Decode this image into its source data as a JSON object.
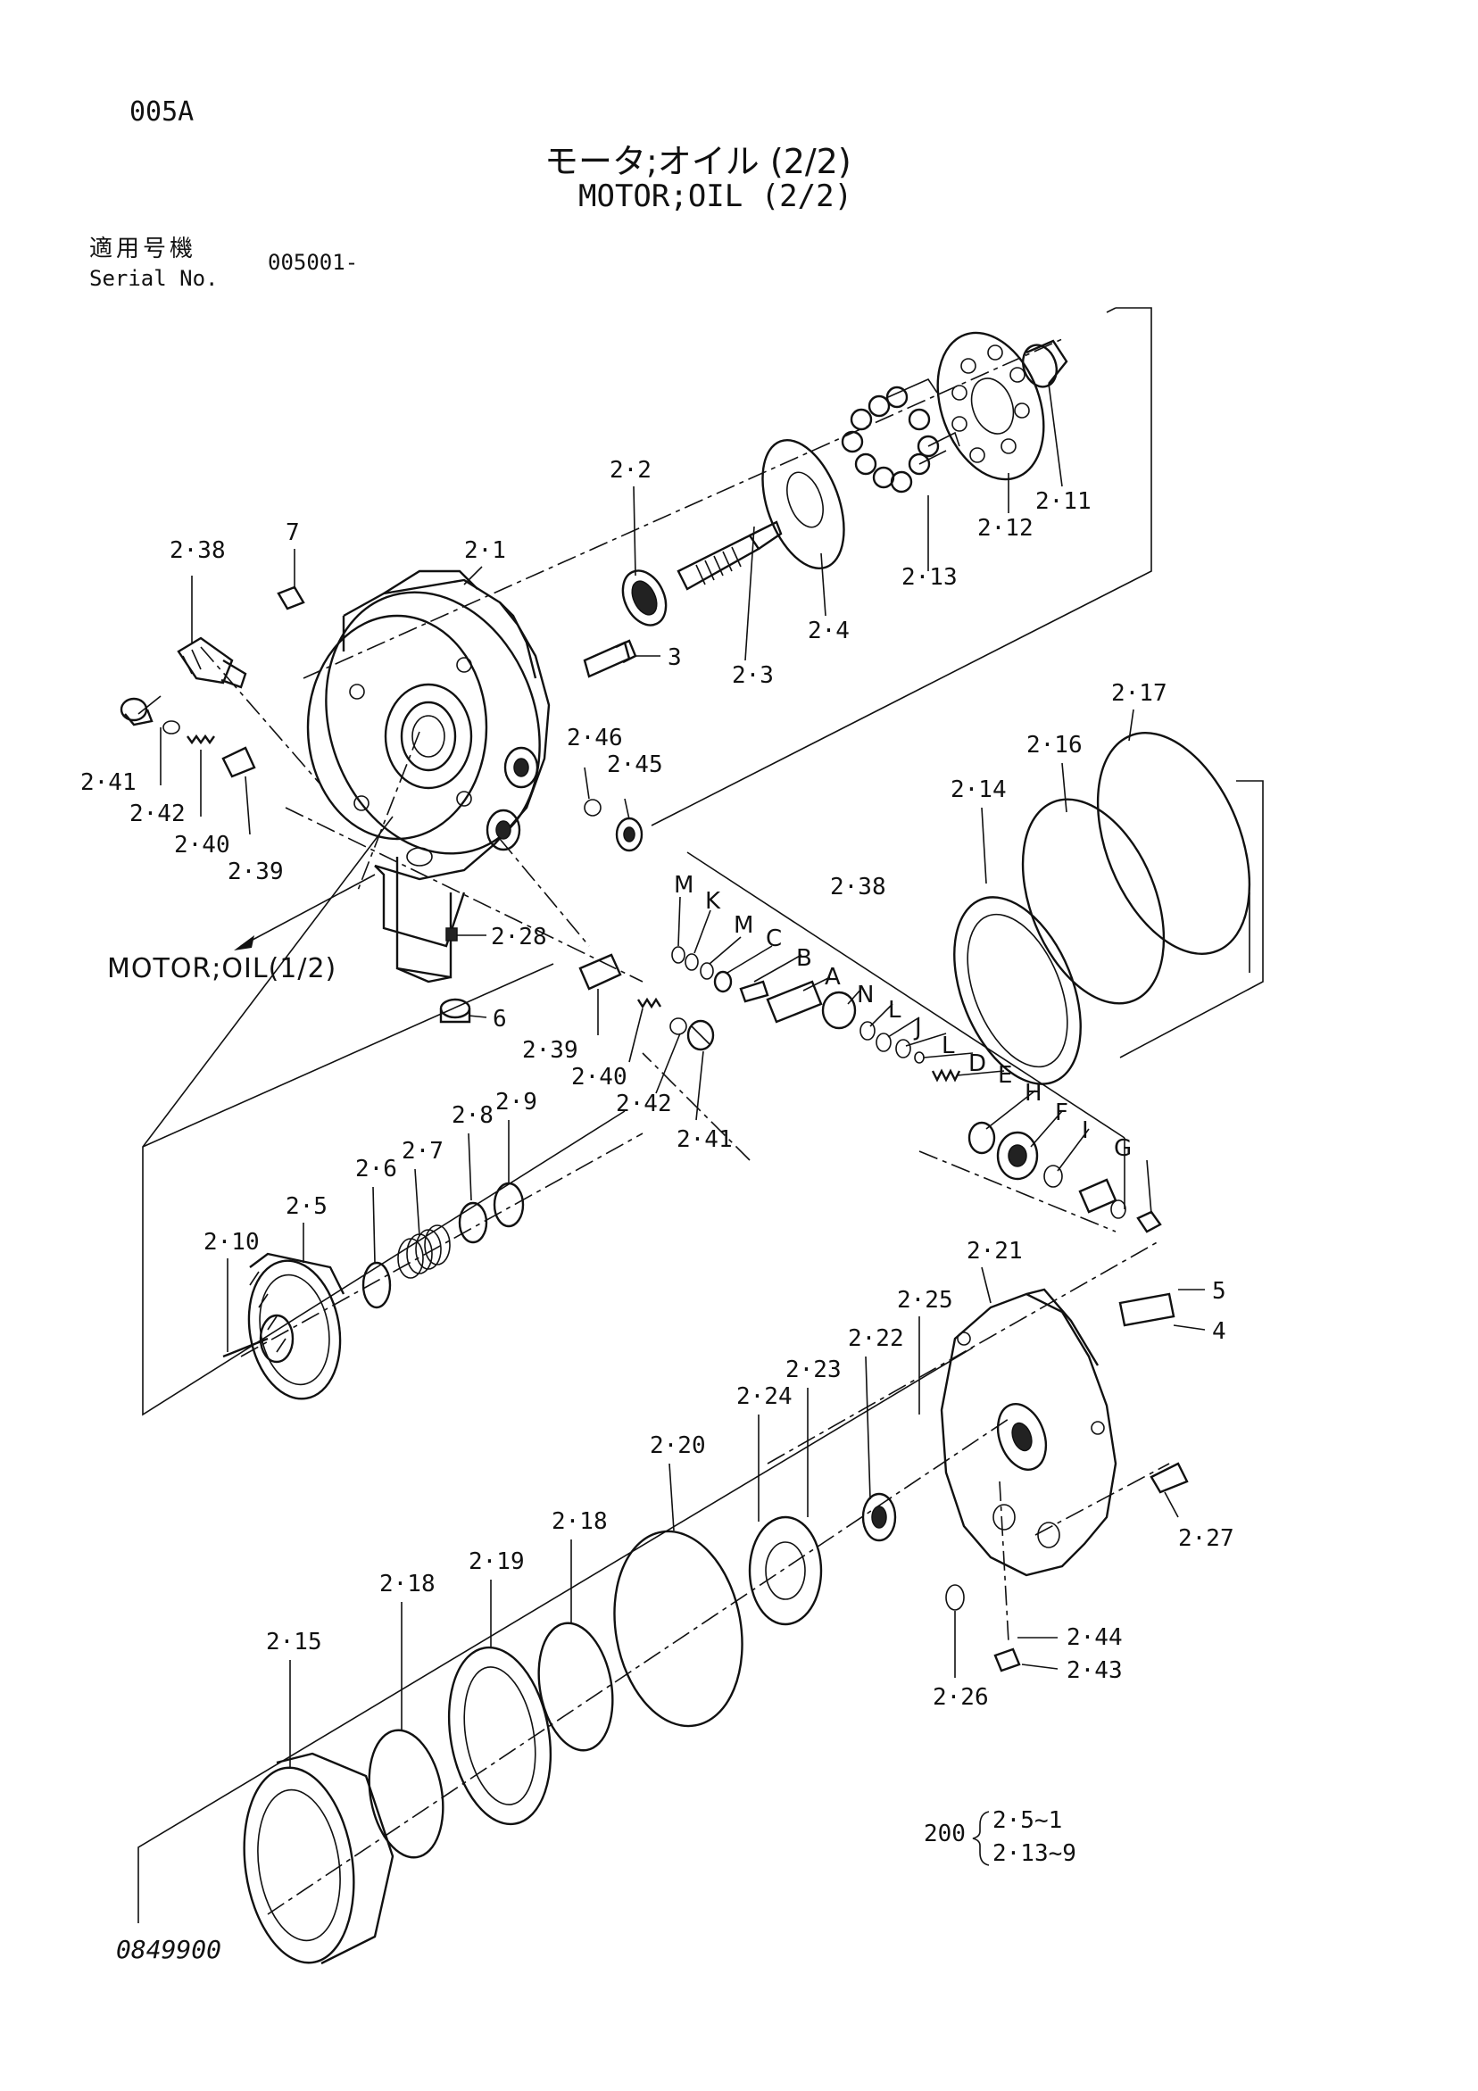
{
  "page_code": "005A",
  "title_jp": "モータ;オイル (2/2)",
  "title_en": "MOTOR;OIL (2/2)",
  "serial_label_jp": "適用号機",
  "serial_label_en": "Serial No.",
  "serial_value": "005001-",
  "drawing_number": "0849900",
  "cross_reference": "MOTOR;OIL(1/2)",
  "part_labels": {
    "p2_1": "2·1",
    "p2_2": "2·2",
    "p2_3": "2·3",
    "p2_4": "2·4",
    "p2_5": "2·5",
    "p2_6": "2·6",
    "p2_7": "2·7",
    "p2_8": "2·8",
    "p2_9": "2·9",
    "p2_10": "2·10",
    "p2_11": "2·11",
    "p2_12": "2·12",
    "p2_13": "2·13",
    "p2_14": "2·14",
    "p2_15": "2·15",
    "p2_16": "2·16",
    "p2_17": "2·17",
    "p2_18a": "2·18",
    "p2_18b": "2·18",
    "p2_19": "2·19",
    "p2_20": "2·20",
    "p2_21": "2·21",
    "p2_22": "2·22",
    "p2_23": "2·23",
    "p2_24": "2·24",
    "p2_25": "2·25",
    "p2_26": "2·26",
    "p2_27": "2·27",
    "p2_28": "2·28",
    "p2_38a": "2·38",
    "p2_38b": "2·38",
    "p2_39a": "2·39",
    "p2_39b": "2·39",
    "p2_40a": "2·40",
    "p2_40b": "2·40",
    "p2_41a": "2·41",
    "p2_41b": "2·41",
    "p2_42a": "2·42",
    "p2_42b": "2·42",
    "p2_43": "2·43",
    "p2_44": "2·44",
    "p2_45": "2·45",
    "p2_46": "2·46",
    "p3": "3",
    "p4": "4",
    "p5": "5",
    "p6": "6",
    "p7": "7"
  },
  "letter_labels": {
    "M1": "M",
    "K": "K",
    "M2": "M",
    "C": "C",
    "B": "B",
    "A": "A",
    "N": "N",
    "L1": "L",
    "J": "J",
    "L2": "L",
    "D": "D",
    "E": "E",
    "H": "H",
    "F": "F",
    "I": "I",
    "G": "G"
  },
  "kit_note": {
    "number": "200",
    "line1": "2·5~1",
    "line2": "2·13~9"
  }
}
